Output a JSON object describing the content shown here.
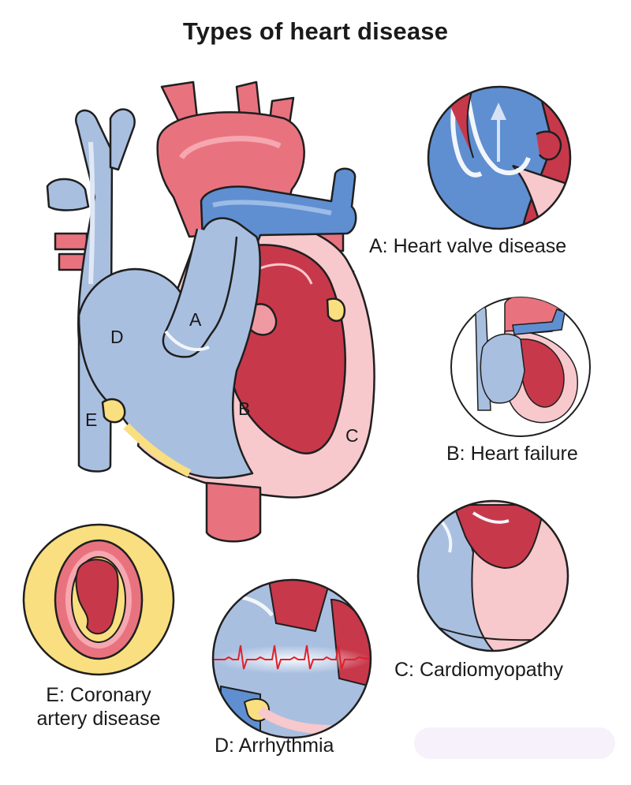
{
  "title": "Types of heart disease",
  "heart_labels": {
    "a": "A",
    "b": "B",
    "c": "C",
    "d": "D",
    "e": "E"
  },
  "captions": {
    "valve": "A: Heart valve disease",
    "failure": "B: Heart failure",
    "cardiomyopathy": "C: Cardiomyopathy",
    "arrhythmia": "D: Arrhythmia",
    "coronary_line1": "E: Coronary",
    "coronary_line2": "artery disease"
  },
  "colors": {
    "oxygenated": "#e8737f",
    "deoxygenated": "#a9bfe0",
    "vein_blue": "#5f8fd1",
    "myocardium_dark": "#c8384b",
    "myocardium_light": "#f7c8cc",
    "fat_yellow": "#f9df7f",
    "outline": "#1f1f1f",
    "ecg": "#e0202a"
  }
}
